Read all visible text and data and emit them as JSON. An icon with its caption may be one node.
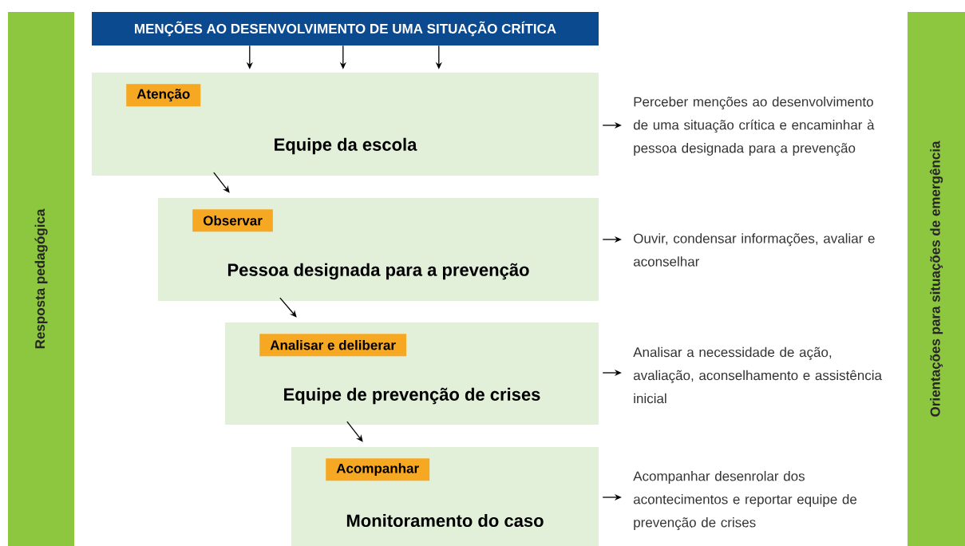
{
  "diagram": {
    "nodes": [
      {
        "text": [
          "MENÇÕES AO DESENVOLVIMENTO DE UMA SITUAÇÃO CRÍTICA"
        ]
      },
      {
        "text": [
          "Resposta pedagógica"
        ]
      },
      {
        "text": [
          "Orientações para situações de emergência"
        ]
      },
      {
        "text": [
          "Atenção",
          "Equipe da escola"
        ]
      },
      {
        "text": [
          "Perceber menções ao desenvolvimento de uma situação crítica e encaminhar à pessoa designada para a prevenção"
        ]
      },
      {
        "text": [
          "Observar",
          "Pessoa designada para a prevenção"
        ]
      },
      {
        "text": [
          "Ouvir, condensar informações, avaliar e aconselhar"
        ]
      },
      {
        "text": [
          "Analisar e deliberar",
          "Equipe de prevenção de crises"
        ]
      },
      {
        "text": [
          "Analisar a necessidade de ação, avaliação, aconselhamento e assistência inicial"
        ]
      },
      {
        "text": [
          "Acompanhar",
          "Monitoramento do caso"
        ]
      },
      {
        "text": [
          "Acompanhar desenrolar dos acontecimentos e reportar equipe de prevenção de crises"
        ]
      }
    ],
    "edges": [
      {
        "from": 0,
        "to": 3,
        "arrow": "to"
      },
      {
        "from": 0,
        "to": 3,
        "arrow": "to"
      },
      {
        "from": 0,
        "to": 3,
        "arrow": "to"
      },
      {
        "from": 3,
        "to": 4,
        "arrow": "to"
      },
      {
        "from": 3,
        "to": 5,
        "arrow": "to"
      },
      {
        "from": 5,
        "to": 6,
        "arrow": "to"
      },
      {
        "from": 5,
        "to": 7,
        "arrow": "to"
      },
      {
        "from": 7,
        "to": 8,
        "arrow": "to"
      },
      {
        "from": 7,
        "to": 9,
        "arrow": "to"
      },
      {
        "from": 9,
        "to": 10,
        "arrow": "to"
      }
    ]
  }
}
